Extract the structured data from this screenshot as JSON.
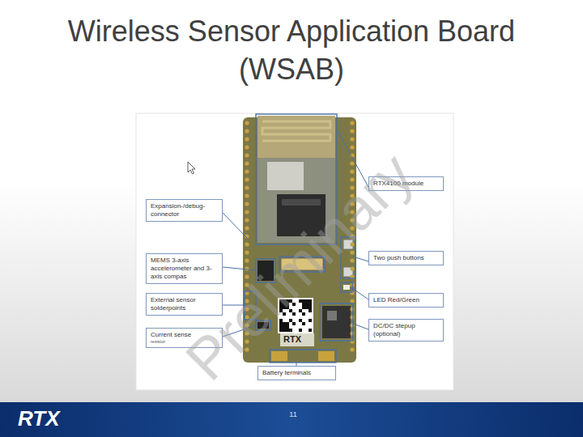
{
  "diagram": {
    "title": "Wireless Sensor Application Board (WSAB)",
    "nodes": [
      {
        "text": [
          "RTX4100 module"
        ]
      },
      {
        "text": [
          "Expansion-/debug- connector"
        ]
      },
      {
        "text": [
          "Two push buttons"
        ]
      },
      {
        "text": [
          "MEMS 3-axis accelerometer and 3-axis compas"
        ]
      },
      {
        "text": [
          "LED Red/Green"
        ]
      },
      {
        "text": [
          "External sensor solderpoints"
        ]
      },
      {
        "text": [
          "DC/DC stepup (optional)"
        ]
      },
      {
        "text": [
          "Current sense",
          "resistor"
        ]
      },
      {
        "text": [
          "Battery terminals"
        ]
      }
    ],
    "labels": [
      "Preliminary",
      "RTX",
      "RTX",
      "11"
    ]
  }
}
